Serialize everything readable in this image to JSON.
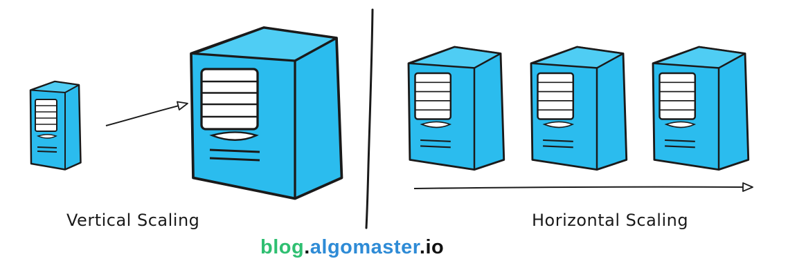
{
  "labels": {
    "vertical": "Vertical Scaling",
    "horizontal": "Horizontal Scaling"
  },
  "brand": {
    "part1": "blog",
    "dot1": ".",
    "part2": "algomaster",
    "dot2": ".",
    "part3": "io"
  },
  "colors": {
    "server_fill": "#2bbcee",
    "outline": "#1a1a1a",
    "panel": "#ffffff",
    "brand_green": "#2fbf71",
    "brand_blue": "#2e8bd6"
  },
  "icons": [
    "server-icon",
    "arrow-icon",
    "divider-line"
  ]
}
